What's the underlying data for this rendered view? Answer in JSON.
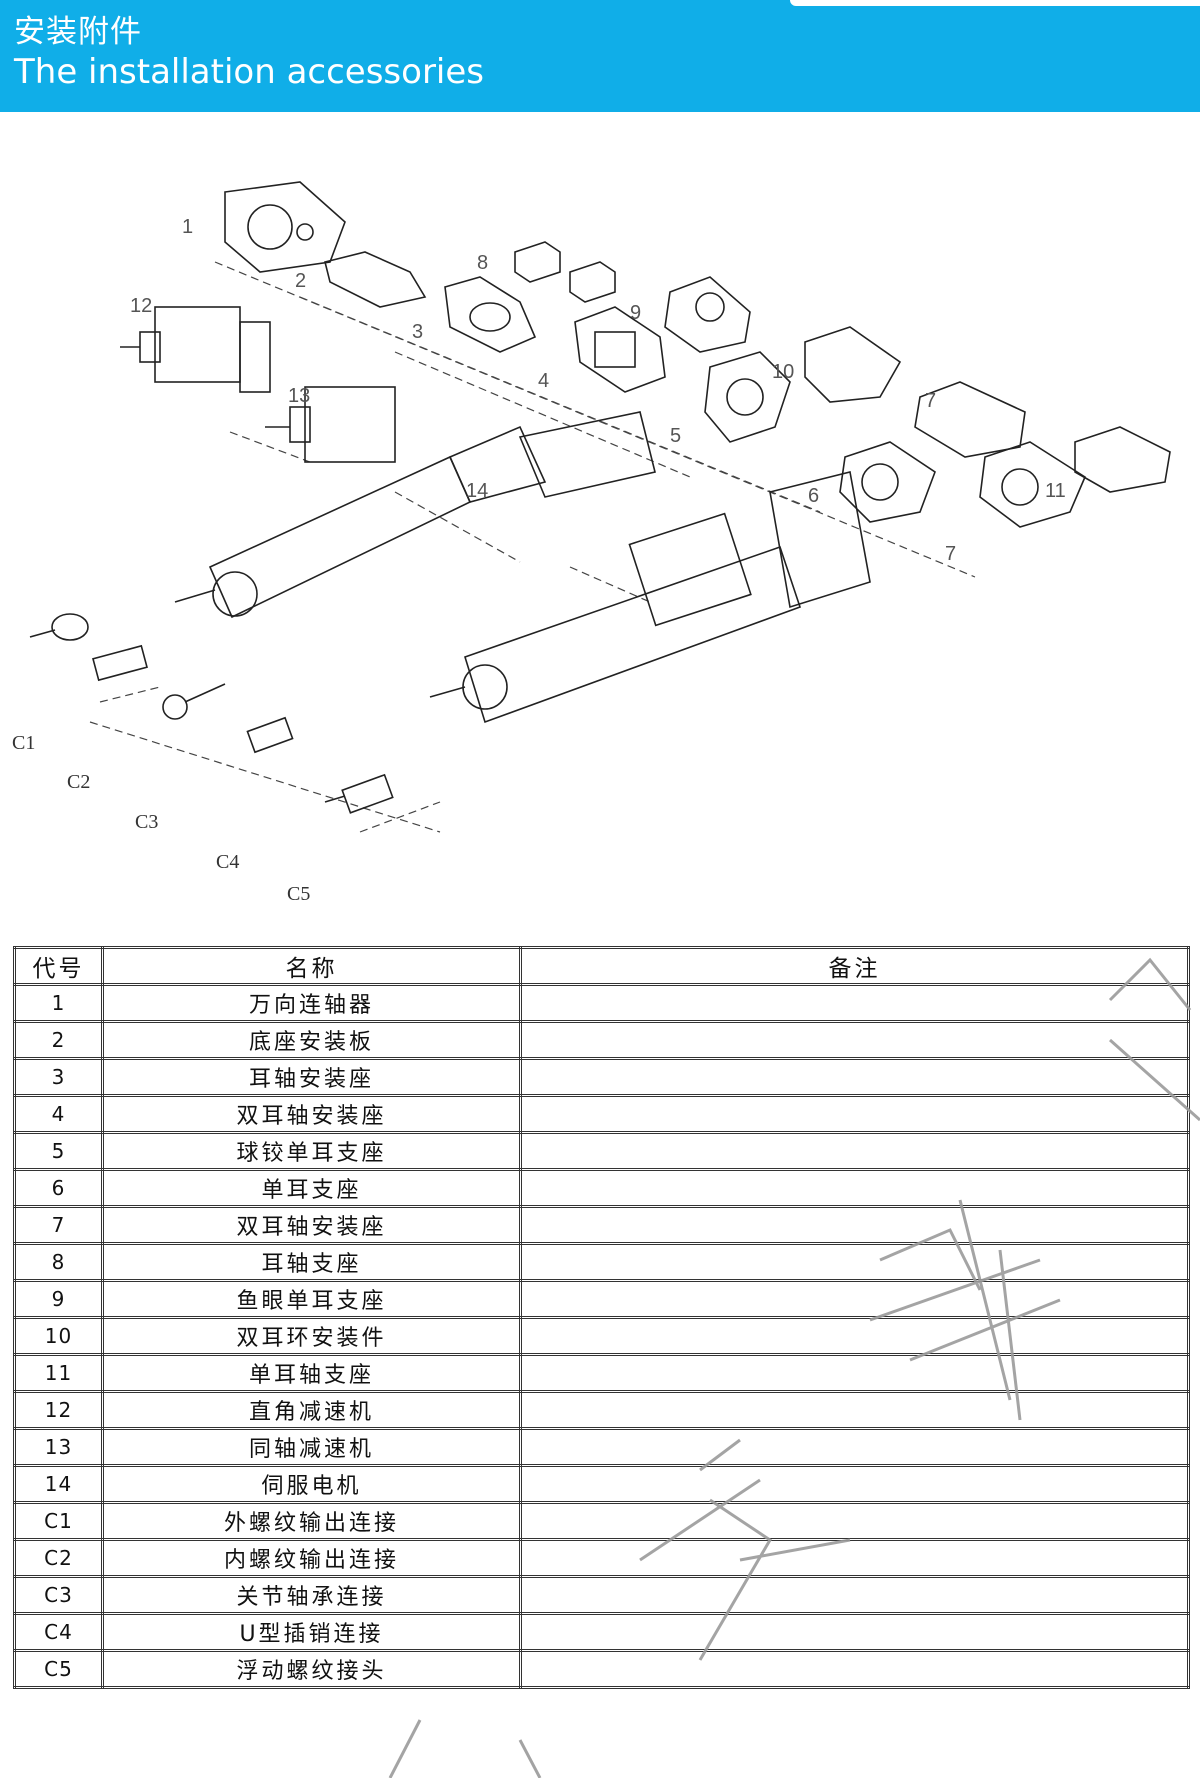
{
  "header": {
    "title_cn": "安装附件",
    "title_en": "The installation accessories",
    "bg_color": "#10aee8"
  },
  "drawing": {
    "part_labels": [
      "1",
      "2",
      "3",
      "4",
      "5",
      "6",
      "7",
      "8",
      "9",
      "10",
      "11",
      "12",
      "13",
      "14",
      "7"
    ],
    "connector_labels": [
      "C1",
      "C2",
      "C3",
      "C4",
      "C5"
    ]
  },
  "table": {
    "headers": [
      "代号",
      "名称",
      "备注"
    ],
    "rows": [
      {
        "code": "1",
        "name": "万向连轴器",
        "note": ""
      },
      {
        "code": "2",
        "name": "底座安装板",
        "note": ""
      },
      {
        "code": "3",
        "name": "耳轴安装座",
        "note": ""
      },
      {
        "code": "4",
        "name": "双耳轴安装座",
        "note": ""
      },
      {
        "code": "5",
        "name": "球铰单耳支座",
        "note": ""
      },
      {
        "code": "6",
        "name": "单耳支座",
        "note": ""
      },
      {
        "code": "7",
        "name": "双耳轴安装座",
        "note": ""
      },
      {
        "code": "8",
        "name": "耳轴支座",
        "note": ""
      },
      {
        "code": "9",
        "name": "鱼眼单耳支座",
        "note": ""
      },
      {
        "code": "10",
        "name": "双耳环安装件",
        "note": ""
      },
      {
        "code": "11",
        "name": "单耳轴支座",
        "note": ""
      },
      {
        "code": "12",
        "name": "直角减速机",
        "note": ""
      },
      {
        "code": "13",
        "name": "同轴减速机",
        "note": ""
      },
      {
        "code": "14",
        "name": "伺服电机",
        "note": ""
      },
      {
        "code": "C1",
        "name": "外螺纹输出连接",
        "note": ""
      },
      {
        "code": "C2",
        "name": "内螺纹输出连接",
        "note": ""
      },
      {
        "code": "C3",
        "name": "关节轴承连接",
        "note": ""
      },
      {
        "code": "C4",
        "name": "U型插销连接",
        "note": ""
      },
      {
        "code": "C5",
        "name": "浮动螺纹接头",
        "note": ""
      }
    ]
  },
  "watermark": {
    "text": "东韦",
    "color": "#9a9a9a"
  }
}
